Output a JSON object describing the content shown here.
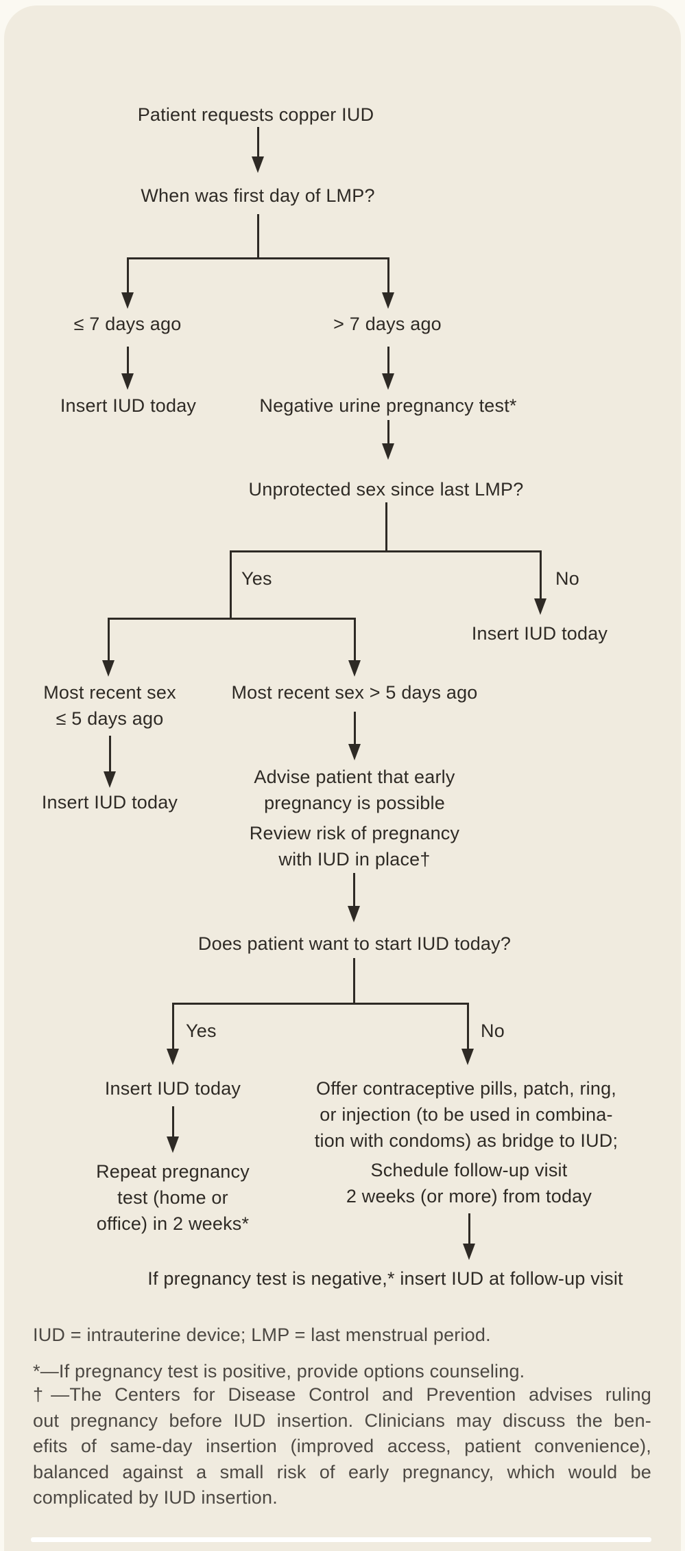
{
  "palette": {
    "card_bg": "#f0ebdf",
    "page_bg": "#fbf9f2",
    "ink": "#2e2a25",
    "footnote_ink": "#4c4843",
    "divider": "#ffffff"
  },
  "flowchart": {
    "start": "Patient requests copper IUD",
    "q_lmp": "When was first day of LMP?",
    "branch_le7": "≤ 7 days ago",
    "branch_gt7": "> 7 days ago",
    "insert_today_1": "Insert IUD today",
    "neg_test": "Negative urine pregnancy test*",
    "q_unprotected": "Unprotected sex since last LMP?",
    "yes_1": "Yes",
    "no_1": "No",
    "insert_today_2": "Insert IUD today",
    "recent_le5_l1": "Most recent sex",
    "recent_le5_l2": "≤ 5 days ago",
    "recent_gt5": "Most recent sex > 5 days ago",
    "insert_today_3": "Insert IUD today",
    "advise_l1": "Advise patient that early",
    "advise_l2": "pregnancy is possible",
    "review_l1": "Review risk of pregnancy",
    "review_l2": "with IUD in place†",
    "q_start_today": "Does patient want to start IUD today?",
    "yes_2": "Yes",
    "no_2": "No",
    "insert_today_4": "Insert IUD today",
    "offer_l1": "Offer contraceptive pills, patch, ring,",
    "offer_l2": "or injection (to be used in combina-",
    "offer_l3": "tion with condoms) as bridge to IUD;",
    "schedule_l1": "Schedule follow-up visit",
    "schedule_l2": "2 weeks (or more) from today",
    "repeat_l1": "Repeat pregnancy",
    "repeat_l2": "test (home or",
    "repeat_l3": "office) in 2 weeks*",
    "final": "If pregnancy test is negative,* insert IUD at follow-up visit"
  },
  "legend": "IUD = intrauterine device; LMP = last menstrual period.",
  "footnotes": {
    "asterisk": "*—If pregnancy test is positive, provide options counseling.",
    "dagger_lines": [
      "†—The Centers for Disease Control and Prevention advises ruling",
      "out pregnancy before IUD insertion. Clinicians may discuss the ben-",
      "efits of same-day insertion (improved access, patient convenience),",
      "balanced against a small risk of early pregnancy, which would be",
      "complicated by IUD insertion."
    ]
  }
}
